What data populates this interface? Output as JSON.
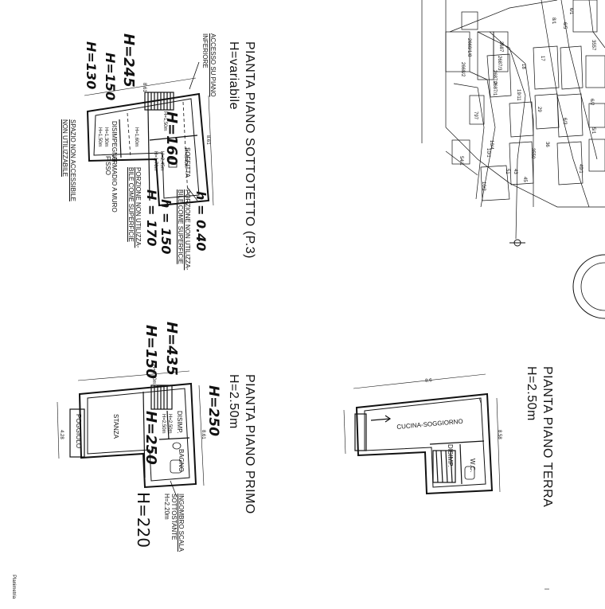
{
  "plans": {
    "sottotetto": {
      "title_line1": "PIANTA PIANO SOTTOTETTO (P.3)",
      "title_line2": "H=variabile",
      "access_line1": "ACCESSO SU PIANO",
      "access_line2": "INFERIORE",
      "rooms": {
        "soffitta": "SOFFITTA",
        "disimpegno": "DISIMPEGNO",
        "armadio_line1": "ARMADIO A MURO",
        "armadio_line2": "FISSO",
        "spazio_line1": "SPAZIO NON ACCESSIBILE",
        "spazio_line2": "NON UTILIZZABILE",
        "porzione_a_line1": "PORZIONE NON UTILIZZA-",
        "porzione_a_line2": "BILE COME SUPERFICIE",
        "porzione_b_line1": "PORZIONE NON UTILIZZA-",
        "porzione_b_line2": "BILE COME SUPERFICIE"
      },
      "heights_print": [
        "H=0,40m",
        "H=1,50m",
        "H=1,60m",
        "H=1,30m",
        "H=1,50m",
        "H=2,45m",
        "H=1,70m"
      ],
      "dimensions": [
        "8.61",
        "8.61"
      ],
      "handwritten": {
        "h245": "H=245",
        "h150": "H=150",
        "h130": "H=130",
        "h160": "H=160",
        "h040": "h = 0.40",
        "h150b": "h = 150",
        "h170": "H = 170"
      }
    },
    "primo": {
      "title_line1": "PIANTA PIANO PRIMO",
      "title_line2": "H=2.50m",
      "rooms": {
        "stanza": "STANZA",
        "poggiolo": "POGGIOLO",
        "disimp": "DISIMP.",
        "bagno": "BAGNO",
        "ingombro_line1": "INGOMBRO SCALA",
        "ingombro_line2": "SOTTOSTANTE",
        "ingombro_line3": "H=2.20m"
      },
      "heights_print": [
        "H=1,50m",
        "H=2,50m",
        "H=2,50m"
      ],
      "dimensions": [
        "8.61",
        "4.28"
      ],
      "handwritten": {
        "h435": "H=435",
        "h150": "H=150",
        "h250a": "H=250",
        "h250b": "H=250",
        "h220": "H=220"
      }
    },
    "terra": {
      "title_line1": "PIANTA PIANO TERRA",
      "title_line2": "H=2.50m",
      "rooms": {
        "cucina": "CUCINA-SOGGIORNO",
        "disimp": "DISIMP.",
        "wc": "W.C."
      },
      "dimensions": [
        "8.6",
        "8.58"
      ]
    }
  },
  "map": {
    "parcels": [
      "2668/1/8",
      "2668/2",
      "2687",
      "2687/3",
      "2687/2",
      "2687/1",
      "3557",
      "797",
      "10/4",
      "10/1",
      "10/2",
      "29",
      "17",
      "18",
      "19/11",
      "36",
      "43",
      "45",
      "51",
      "54/1",
      "6/1",
      "6/2",
      "6/3",
      "6/5",
      "8/1",
      "5/1",
      "49/1",
      "3550"
    ]
  },
  "footer": {
    "stamp": "Planimetria"
  }
}
